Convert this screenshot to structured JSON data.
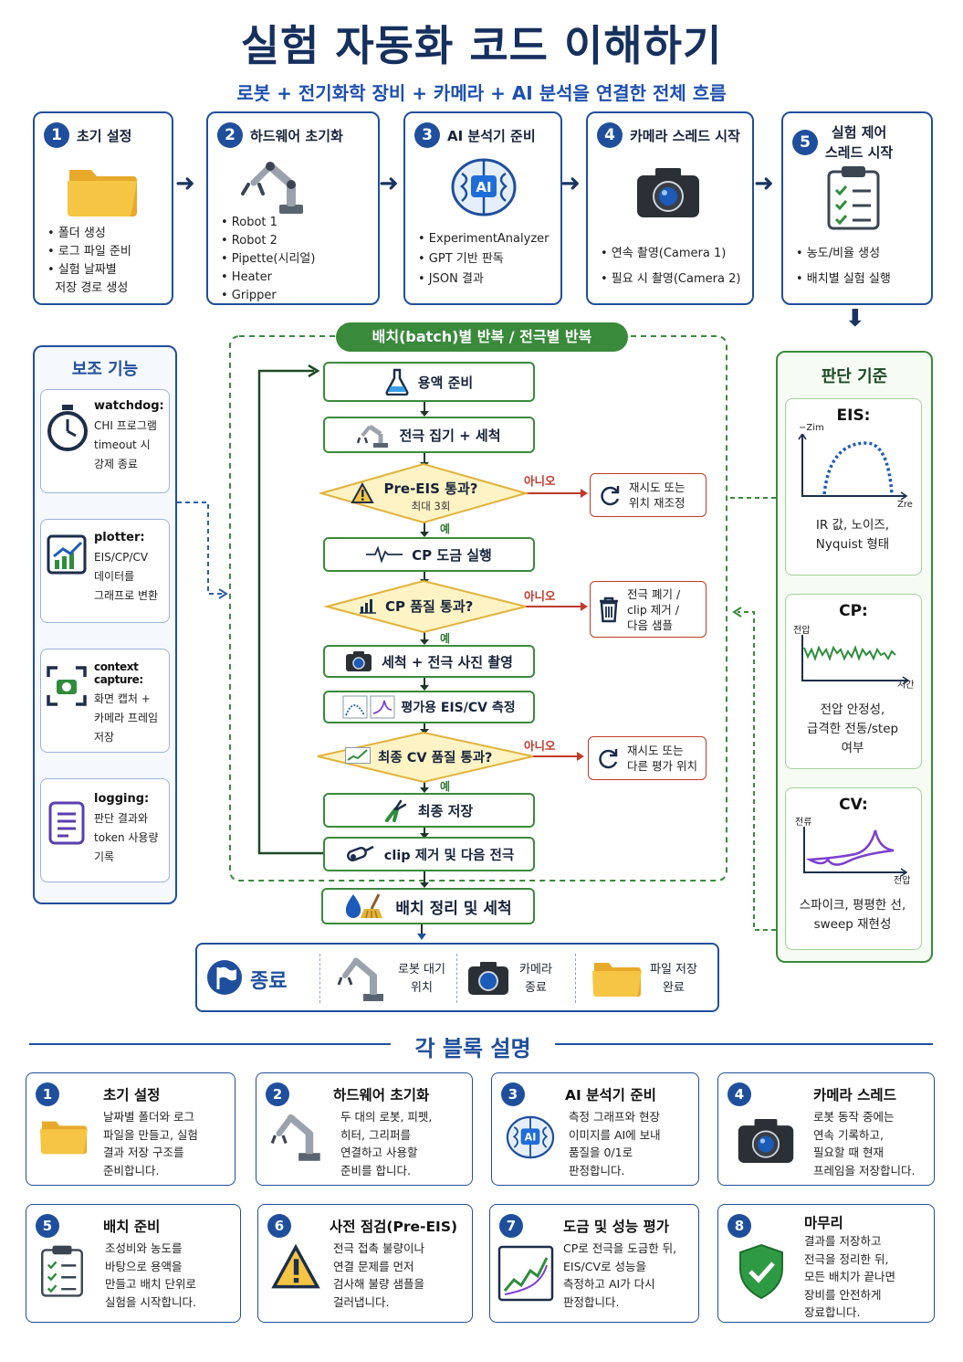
{
  "title": "실험 자동화 코드 이해하기",
  "subtitle": "로봇 + 전기화학 장비 + 카메라 + AI 분석을 연결한 전체 흐름",
  "top_steps": [
    {
      "num": "1",
      "title": "초기 설정",
      "items": [
        "• 폴더 생성",
        "• 로그 파일 준비",
        "• 실험 날짜별",
        "  저장 경로 생성"
      ]
    },
    {
      "num": "2",
      "title": "하드웨어 초기화",
      "items": [
        "• Robot 1",
        "• Robot 2",
        "• Pipette(시리얼)",
        "• Heater",
        "• Gripper"
      ]
    },
    {
      "num": "3",
      "title": "AI 분석기 준비",
      "items": [
        "• ExperimentAnalyzer",
        "• GPT 기반 판독",
        "• JSON 결과"
      ]
    },
    {
      "num": "4",
      "title": "카메라 스레드 시작",
      "items": [
        "• 연속 촬영(Camera 1)",
        "• 필요 시 촬영(Camera 2)"
      ]
    },
    {
      "num": "5",
      "title_l1": "실험 제어",
      "title_l2": "스레드 시작",
      "items": [
        "• 농도/비율 생성",
        "• 배치별 실험 실행"
      ]
    }
  ],
  "loop_label": "배치(batch)별 반복 / 전극별 반복",
  "aux": {
    "title": "보조 기능",
    "items": [
      {
        "title": "watchdog:",
        "lines": [
          "CHI 프로그램",
          "timeout 시",
          "강제 종료"
        ]
      },
      {
        "title": "plotter:",
        "lines": [
          "EIS/CP/CV",
          "데이터를",
          "그래프로 변환"
        ]
      },
      {
        "title": "context capture:",
        "lines": [
          "화면 캡처 +",
          "카메라 프레임",
          "저장"
        ]
      },
      {
        "title": "logging:",
        "lines": [
          "판단 결과와",
          "token 사용량",
          "기록"
        ]
      }
    ]
  },
  "criteria": {
    "title": "판단 기준",
    "eis": {
      "title": "EIS:",
      "ylabel": "−Zim",
      "xlabel": "Zre",
      "lines": [
        "IR 값, 노이즈,",
        "Nyquist 형태"
      ]
    },
    "cp": {
      "title": "CP:",
      "ylabel": "전압",
      "xlabel": "시간",
      "lines": [
        "전압 안정성,",
        "급격한 전동/step",
        "여부"
      ]
    },
    "cv": {
      "title": "CV:",
      "ylabel": "전류",
      "xlabel": "전압",
      "lines": [
        "스파이크, 평평한 선,",
        "sweep 재현성"
      ]
    }
  },
  "flow": {
    "s1": "용액 준비",
    "s2": "전극 집기 + 세척",
    "d1_l1": "Pre-EIS 통과?",
    "d1_l2": "최대 3회",
    "s3": "CP 도금 실행",
    "d2": "CP 품질 통과?",
    "s4": "세척 + 전극 사진 촬영",
    "s5": "평가용 EIS/CV 측정",
    "d3": "최종 CV 품질 통과?",
    "s6": "최종 저장",
    "s7": "clip 제거 및 다음 전극",
    "s8": "배치 정리 및 세척",
    "no": "아니오",
    "yes": "예",
    "f1": [
      "재시도 또는",
      "위치 재조정"
    ],
    "f2": [
      "전극 폐기 /",
      "clip 제거 /",
      "다음 샘플"
    ],
    "f3": [
      "재시도 또는",
      "다른 평가 위치"
    ]
  },
  "end": {
    "label": "종료",
    "robot": [
      "로봇 대기",
      "위치"
    ],
    "camera": [
      "카메라",
      "종료"
    ],
    "file": [
      "파일 저장",
      "완료"
    ]
  },
  "section_title": "각 블록 설명",
  "blocks": [
    {
      "num": "1",
      "title": "초기 설정",
      "lines": [
        "날짜별 폴더와 로그",
        "파일을 만들고, 실험",
        "결과 저장 구조를",
        "준비합니다."
      ]
    },
    {
      "num": "2",
      "title": "하드웨어 초기화",
      "lines": [
        "두 대의 로봇, 피펫,",
        "히터, 그리퍼를",
        "연결하고 사용할",
        "준비를 합니다."
      ]
    },
    {
      "num": "3",
      "title": "AI 분석기 준비",
      "lines": [
        "측정 그래프와 현장",
        "이미지를 AI에 보내",
        "품질을 0/1로",
        "판정합니다."
      ]
    },
    {
      "num": "4",
      "title": "카메라 스레드",
      "lines": [
        "로봇 동작 중에는",
        "연속 기록하고,",
        "필요할 때 현재",
        "프레임을 저장합니다."
      ]
    },
    {
      "num": "5",
      "title": "배치 준비",
      "lines": [
        "조성비와 농도를",
        "바탕으로 용액을",
        "만들고 배치 단위로",
        "실험을 시작합니다."
      ]
    },
    {
      "num": "6",
      "title": "사전 점검(Pre-EIS)",
      "lines": [
        "전극 접촉 불량이나",
        "연결 문제를 먼저",
        "검사해 불량 샘플을",
        "걸러냅니다."
      ]
    },
    {
      "num": "7",
      "title": "도금 및 성능 평가",
      "lines": [
        "CP로 전극을 도금한 뒤,",
        "EIS/CV로 성능을",
        "측정하고 AI가 다시",
        "판정합니다."
      ]
    },
    {
      "num": "8",
      "title": "마무리",
      "lines": [
        "결과를 저장하고",
        "전극을 정리한 뒤,",
        "모든 배치가 끝나면",
        "장비를 안전하게",
        "장료합니다."
      ]
    }
  ],
  "colors": {
    "navy": "#1f4f9c",
    "green": "#3a8a3c",
    "red": "#c0392b",
    "folder": "#f6c544",
    "diamond": "#fdf3c4"
  }
}
